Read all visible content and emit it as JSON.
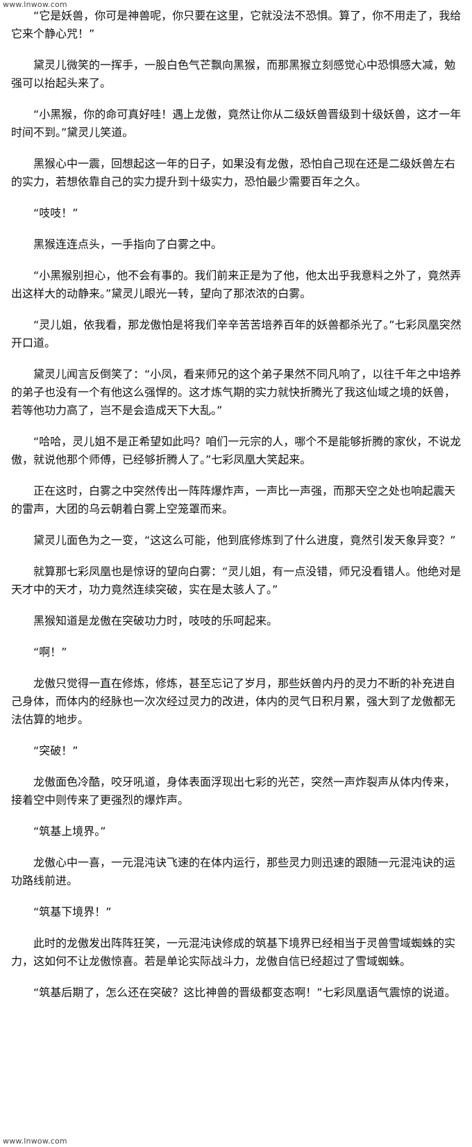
{
  "watermark": {
    "top": "www.lnwow.com",
    "bottom": "www.lnwow.com"
  },
  "paragraphs": [
    "“它是妖兽，你可是神兽呢，你只要在这里，它就没法不恐惧。算了，你不用走了，我给它来个静心咒！”",
    "黛灵儿微笑的一挥手，一股白色气芒飘向黑猴，而那黑猴立刻感觉心中恐惧感大减，勉强可以抬起头来了。",
    "“小黑猴，你的命可真好哇！遇上龙傲，竟然让你从二级妖兽晋级到十级妖兽，这才一年时间不到。”黛灵儿笑道。",
    "黑猴心中一震，回想起这一年的日子，如果没有龙傲，恐怕自己现在还是二级妖兽左右的实力，若想依靠自己的实力提升到十级实力，恐怕最少需要百年之久。",
    "“吱吱！”",
    "黑猴连连点头，一手指向了白雾之中。",
    "“小黑猴别担心，他不会有事的。我们前来正是为了他，他太出乎我意料之外了，竟然弄出这样大的动静来。”黛灵儿眼光一转，望向了那浓浓的白雾。",
    "“灵儿姐，依我看，那龙傲怕是将我们辛辛苦苦培养百年的妖兽都杀光了。”七彩凤凰突然开口道。",
    "黛灵儿闻言反倒笑了：“小凤，看来师兄的这个弟子果然不同凡响了，以往千年之中培养的弟子也没有一个有他这么强悍的。这才炼气期的实力就快折腾光了我这仙域之境的妖兽，若等他功力高了，岂不是会造成天下大乱。”",
    "“哈哈，灵儿姐不是正希望如此吗？咱们一元宗的人，哪个不是能够折腾的家伙，不说龙傲，就说他那个师傅，已经够折腾人了。”七彩凤凰大笑起来。",
    "正在这时，白雾之中突然传出一阵阵爆炸声，一声比一声强，而那天空之处也响起震天的雷声，大团的乌云朝着白雾上空笼罩而来。",
    "黛灵儿面色为之一变，“这这么可能，他到底修炼到了什么进度，竟然引发天象异变？”",
    "就算那七彩凤凰也是惊讶的望向白雾：“灵儿姐，有一点没错，师兄没看错人。他绝对是天才中的天才，功力竟然连续突破，实在是太骇人了。”",
    "黑猴知道是龙傲在突破功力时，吱吱的乐呵起来。",
    "“啊！”",
    "龙傲只觉得一直在修炼，修炼，甚至忘记了岁月，那些妖兽内丹的灵力不断的补充进自己身体，而体内的经脉也一次次经过灵力的改进，体内的灵气日积月累，强大到了龙傲都无法估算的地步。",
    "“突破！”",
    "龙傲面色冷酷，咬牙吼道，身体表面浮现出七彩的光芒，突然一声炸裂声从体内传来，接着空中则传来了更强烈的爆炸声。",
    "“筑基上境界。”",
    "龙傲心中一喜，一元混沌诀飞速的在体内运行，那些灵力则迅速的跟随一元混沌诀的运功路线前进。",
    "“筑基下境界！”",
    "此时的龙傲发出阵阵狂笑，一元混沌诀修成的筑基下境界已经相当于灵兽雪域蜘蛛的实力，这如何不让龙傲惊喜。若是单论实际战斗力，龙傲自信已经超过了雪域蜘蛛。",
    "“筑基后期了，怎么还在突破？这比神兽的晋级都变态啊！”七彩凤凰语气震惊的说道。"
  ]
}
